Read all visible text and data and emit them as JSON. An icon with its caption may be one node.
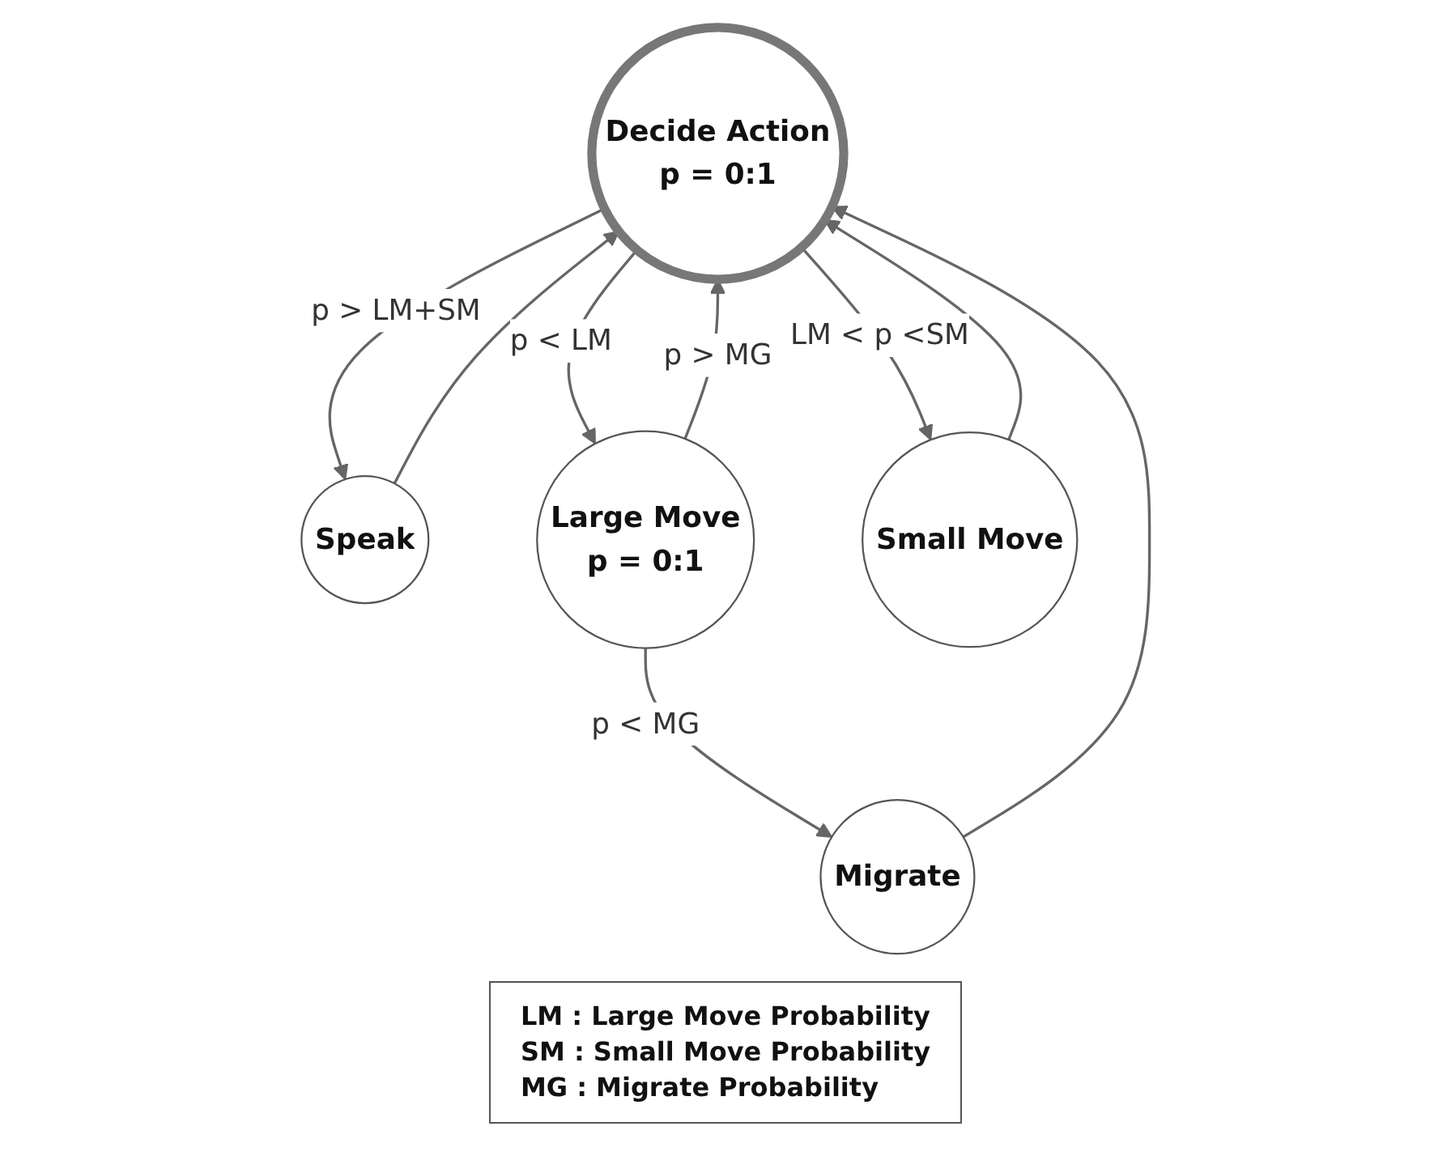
{
  "diagram": {
    "nodes": [
      {
        "text": [
          "Decide Action",
          "p = 0:1"
        ]
      },
      {
        "text": [
          "Migrate"
        ]
      },
      {
        "text": [
          "Speak"
        ]
      },
      {
        "text": [
          "Large Move",
          "p = 0:1"
        ]
      },
      {
        "text": [
          "Small Move"
        ]
      }
    ],
    "edges": [
      {
        "from": 1,
        "to": 0,
        "arrow": "to"
      },
      {
        "from": 0,
        "to": 2,
        "label": "p > LM+SM",
        "arrow": "to"
      },
      {
        "from": 2,
        "to": 0,
        "arrow": "to"
      },
      {
        "from": 0,
        "to": 3,
        "label": "p < LM",
        "arrow": "to"
      },
      {
        "from": 3,
        "to": 0,
        "label": "p > MG",
        "arrow": "to"
      },
      {
        "from": 3,
        "to": 1,
        "label": "p < MG",
        "arrow": "to"
      },
      {
        "from": 0,
        "to": 4,
        "label": "LM < p <SM",
        "arrow": "to"
      },
      {
        "from": 4,
        "to": 0,
        "arrow": "to"
      }
    ],
    "labels": [
      "LM : Large Move Probability",
      "SM : Small Move Probability",
      "MG : Migrate Probability"
    ]
  }
}
